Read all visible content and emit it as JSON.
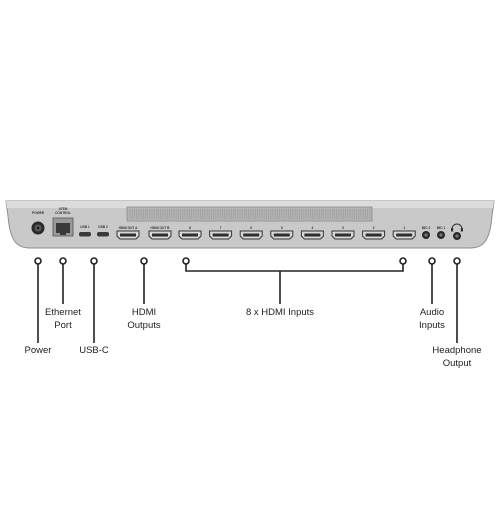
{
  "device": {
    "panel_labels": {
      "power": "POWER",
      "atem_control_line1": "ATEM",
      "atem_control_line2": "CONTROL",
      "usb1": "USB 1",
      "usb2": "USB 2",
      "hdmi_out_a": "HDMI OUT A",
      "hdmi_out_b": "HDMI OUT B",
      "inputs": [
        "8",
        "7",
        "6",
        "5",
        "4",
        "3",
        "2",
        "1"
      ],
      "mic2": "MIC 2",
      "mic1": "MIC 1"
    }
  },
  "callouts": {
    "power": "Power",
    "ethernet_line1": "Ethernet",
    "ethernet_line2": "Port",
    "usbc": "USB-C",
    "hdmi_out_line1": "HDMI",
    "hdmi_out_line2": "Outputs",
    "hdmi_in": "8 x HDMI Inputs",
    "audio_line1": "Audio",
    "audio_line2": "Inputs",
    "headphone_line1": "Headphone",
    "headphone_line2": "Output"
  }
}
